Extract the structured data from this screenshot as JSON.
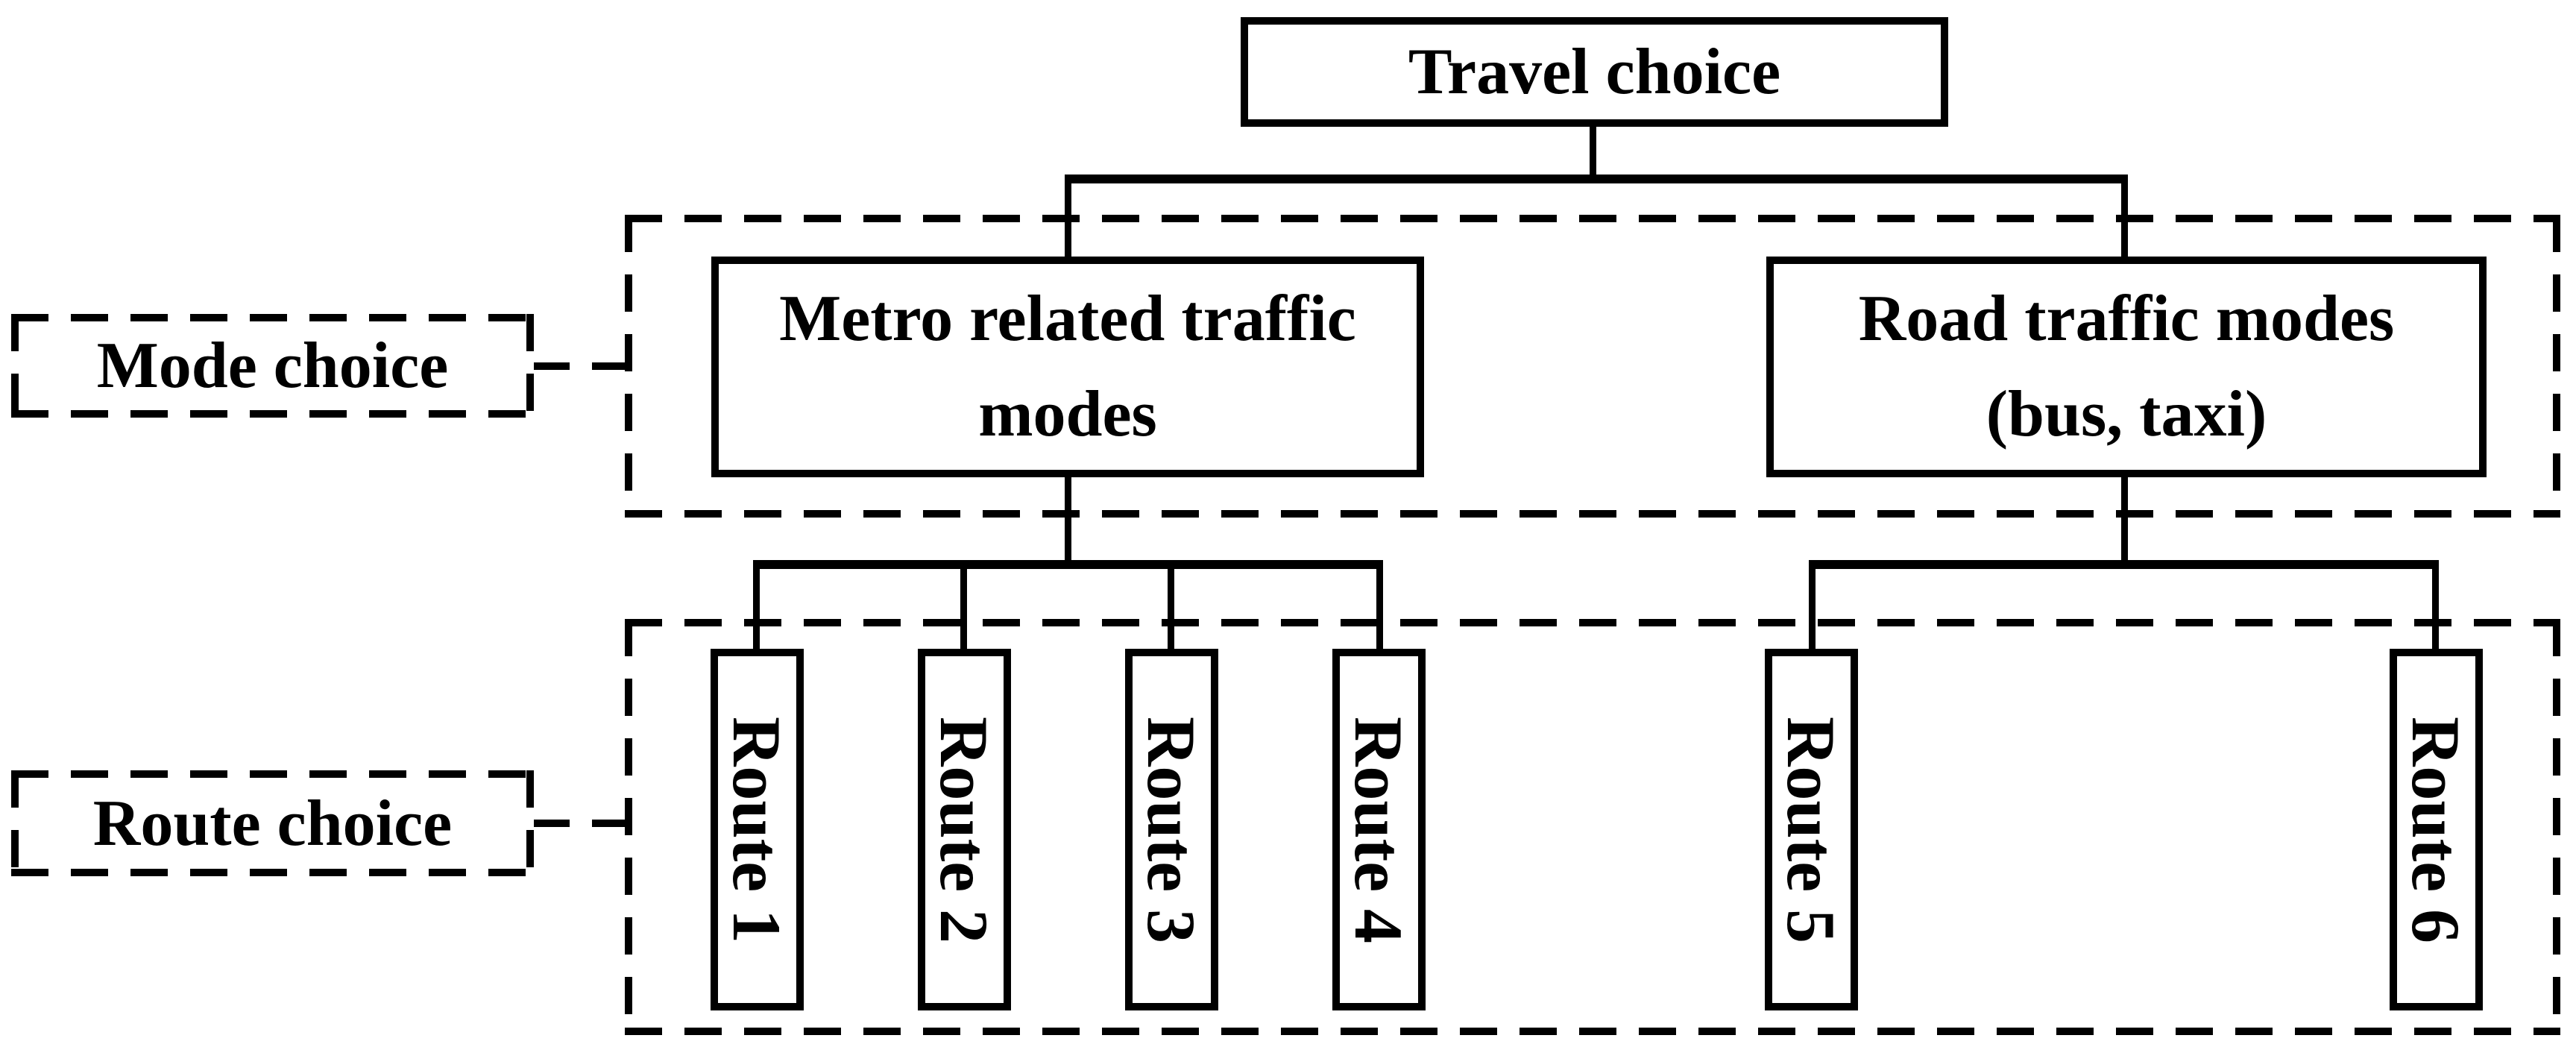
{
  "figure": {
    "background": "#ffffff",
    "line_color": "#000000",
    "root": {
      "label": "Travel choice"
    },
    "mode_level": {
      "stage_label": "Mode choice",
      "nodes": [
        {
          "line1": "Metro related traffic",
          "line2": "modes"
        },
        {
          "line1": "Road traffic modes",
          "line2": "(bus, taxi)"
        }
      ]
    },
    "route_level": {
      "stage_label": "Route choice",
      "nodes": [
        "Route 1",
        "Route 2",
        "Route 3",
        "Route 4",
        "Route 5",
        "Route 6"
      ]
    }
  }
}
